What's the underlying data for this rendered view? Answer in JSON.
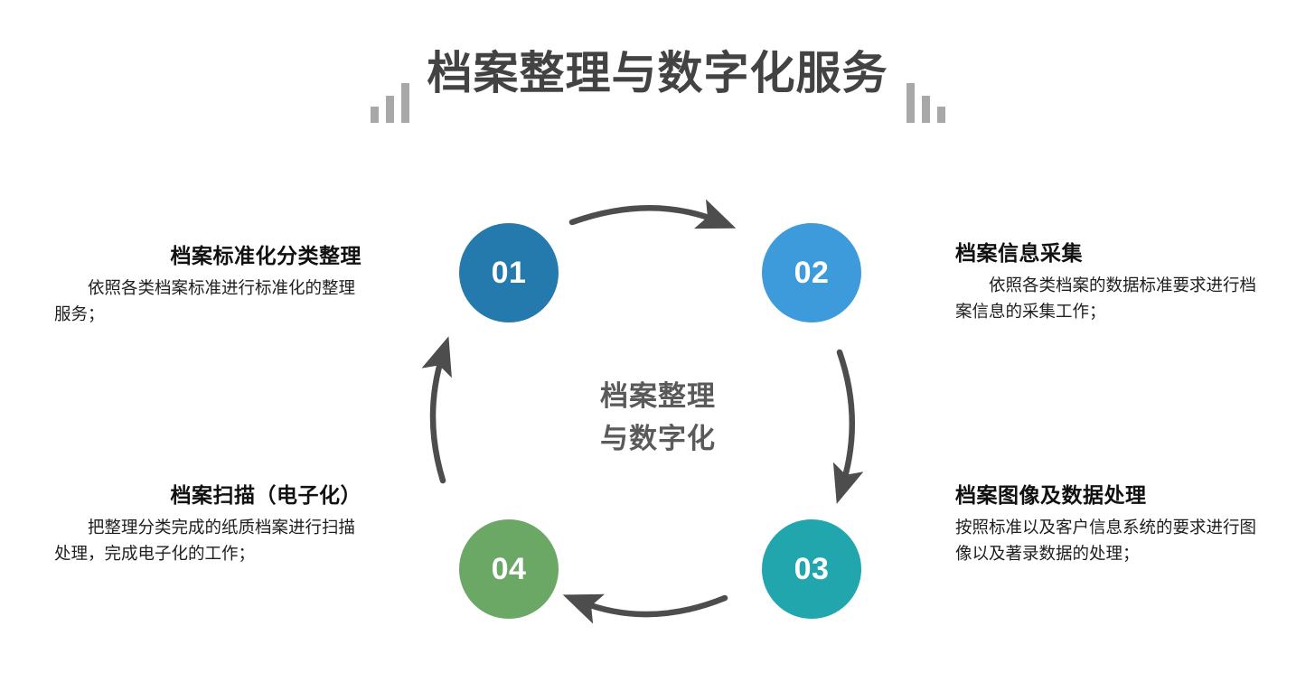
{
  "header": {
    "title": "档案整理与数字化服务",
    "decoration_left_icon": "ascending-bars-icon",
    "decoration_right_icon": "descending-bars-icon",
    "title_color": "#434343",
    "decoration_color": "#a8a8a8"
  },
  "center": {
    "line1": "档案整理",
    "line2": "与数字化",
    "color": "#5a5a5a"
  },
  "chart_data": {
    "type": "diagram",
    "layout": "4-step clockwise cycle",
    "title": "档案整理与数字化服务",
    "center_label": "档案整理与数字化",
    "steps": [
      {
        "number": "01",
        "color": "#2479ad",
        "position": "top-left",
        "heading": "档案标准化分类整理",
        "body": "依照各类档案标准进行标准化的整理服务；"
      },
      {
        "number": "02",
        "color": "#3d9bdc",
        "position": "top-right",
        "heading": "档案信息采集",
        "body": "依照各类档案的数据标准要求进行档案信息的采集工作；"
      },
      {
        "number": "03",
        "color": "#22a6ad",
        "position": "bottom-right",
        "heading": "档案图像及数据处理",
        "body": "按照标准以及客户信息系统的要求进行图像以及著录数据的处理；"
      },
      {
        "number": "04",
        "color": "#6ba865",
        "position": "bottom-left",
        "heading": "档案扫描（电子化）",
        "body": "把整理分类完成的纸质档案进行扫描处理，完成电子化的工作；"
      }
    ],
    "arrows": [
      {
        "from": "01",
        "to": "02",
        "direction": "right",
        "color": "#4d4d4d"
      },
      {
        "from": "02",
        "to": "03",
        "direction": "down",
        "color": "#4d4d4d"
      },
      {
        "from": "03",
        "to": "04",
        "direction": "left",
        "color": "#4d4d4d"
      },
      {
        "from": "04",
        "to": "01",
        "direction": "up",
        "color": "#4d4d4d"
      }
    ]
  }
}
